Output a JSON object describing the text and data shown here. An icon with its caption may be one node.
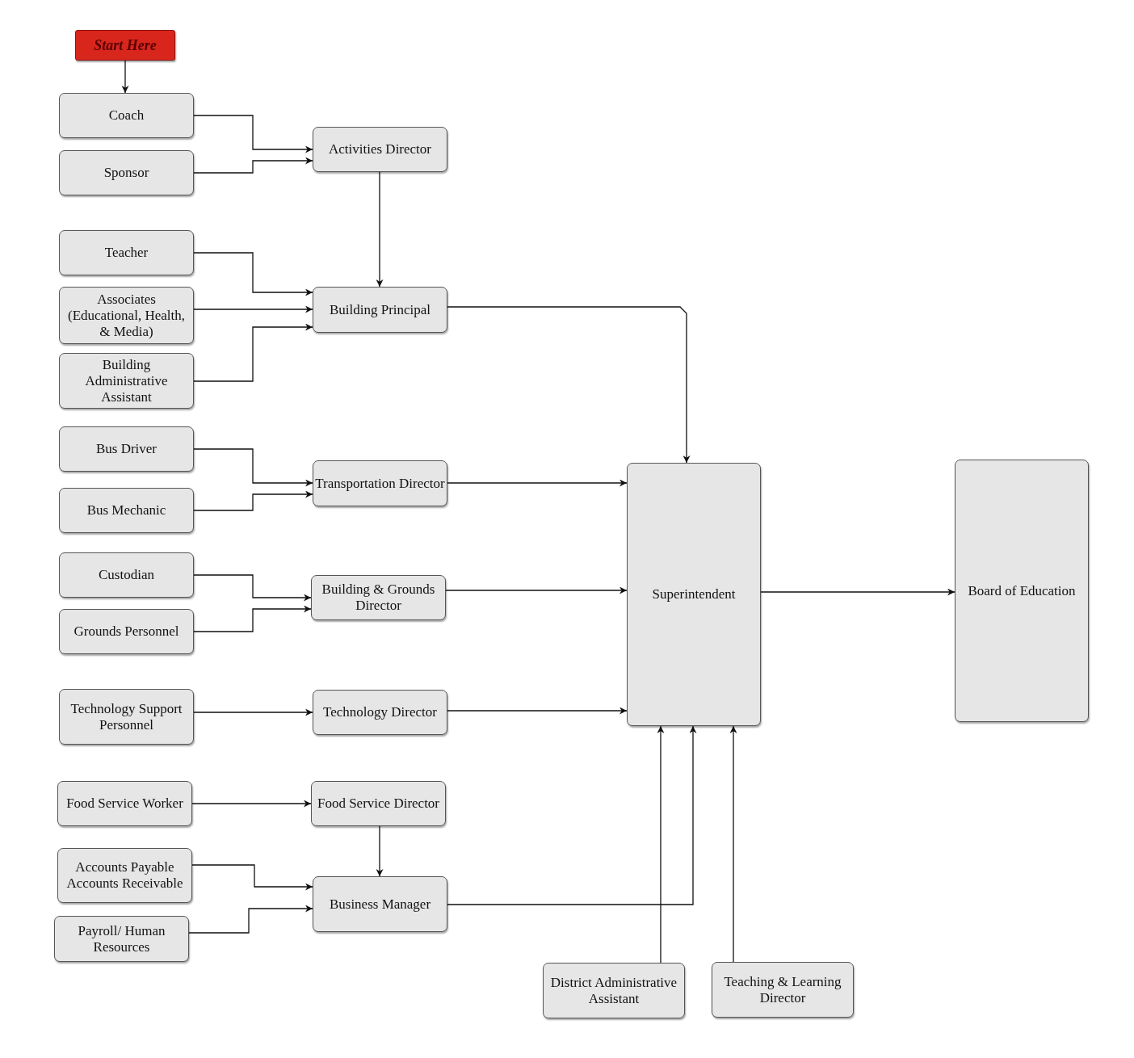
{
  "diagram": {
    "nodes": [
      {
        "text": [
          "Start Here"
        ]
      },
      {
        "text": [
          "Coach"
        ]
      },
      {
        "text": [
          "Sponsor"
        ]
      },
      {
        "text": [
          "Activities Director"
        ]
      },
      {
        "text": [
          "Teacher"
        ]
      },
      {
        "text": [
          "Associates (Educational, Health, & Media)"
        ]
      },
      {
        "text": [
          "Building Administrative Assistant"
        ]
      },
      {
        "text": [
          "Building Principal"
        ]
      },
      {
        "text": [
          "Bus Driver"
        ]
      },
      {
        "text": [
          "Bus Mechanic"
        ]
      },
      {
        "text": [
          "Transportation Director"
        ]
      },
      {
        "text": [
          "Custodian"
        ]
      },
      {
        "text": [
          "Grounds Personnel"
        ]
      },
      {
        "text": [
          "Building & Grounds Director"
        ]
      },
      {
        "text": [
          "Technology Support Personnel"
        ]
      },
      {
        "text": [
          "Technology Director"
        ]
      },
      {
        "text": [
          "Food Service Worker"
        ]
      },
      {
        "text": [
          "Food Service Director"
        ]
      },
      {
        "text": [
          "Accounts Payable Accounts Receivable"
        ]
      },
      {
        "text": [
          "Payroll/ Human Resources"
        ]
      },
      {
        "text": [
          "Business Manager"
        ]
      },
      {
        "text": [
          "Superintendent"
        ]
      },
      {
        "text": [
          "Board of Education"
        ]
      },
      {
        "text": [
          "District Administrative Assistant"
        ]
      },
      {
        "text": [
          "Teaching & Learning Director"
        ]
      }
    ],
    "edges": [
      {
        "from": 0,
        "to": 1,
        "arrow": "to"
      },
      {
        "from": 1,
        "to": 3,
        "arrow": "to"
      },
      {
        "from": 2,
        "to": 3,
        "arrow": "to"
      },
      {
        "from": 3,
        "to": 7,
        "arrow": "to"
      },
      {
        "from": 4,
        "to": 7,
        "arrow": "to"
      },
      {
        "from": 5,
        "to": 7,
        "arrow": "to"
      },
      {
        "from": 6,
        "to": 7,
        "arrow": "to"
      },
      {
        "from": 7,
        "to": 21,
        "arrow": "to"
      },
      {
        "from": 8,
        "to": 10,
        "arrow": "to"
      },
      {
        "from": 9,
        "to": 10,
        "arrow": "to"
      },
      {
        "from": 10,
        "to": 21,
        "arrow": "to"
      },
      {
        "from": 11,
        "to": 13,
        "arrow": "to"
      },
      {
        "from": 12,
        "to": 13,
        "arrow": "to"
      },
      {
        "from": 13,
        "to": 21,
        "arrow": "to"
      },
      {
        "from": 14,
        "to": 15,
        "arrow": "to"
      },
      {
        "from": 15,
        "to": 21,
        "arrow": "to"
      },
      {
        "from": 16,
        "to": 17,
        "arrow": "to"
      },
      {
        "from": 17,
        "to": 20,
        "arrow": "to"
      },
      {
        "from": 18,
        "to": 20,
        "arrow": "to"
      },
      {
        "from": 19,
        "to": 20,
        "arrow": "to"
      },
      {
        "from": 20,
        "to": 21,
        "arrow": "to"
      },
      {
        "from": 23,
        "to": 21,
        "arrow": "to"
      },
      {
        "from": 24,
        "to": 21,
        "arrow": "to"
      },
      {
        "from": 21,
        "to": 22,
        "arrow": "to"
      }
    ]
  }
}
